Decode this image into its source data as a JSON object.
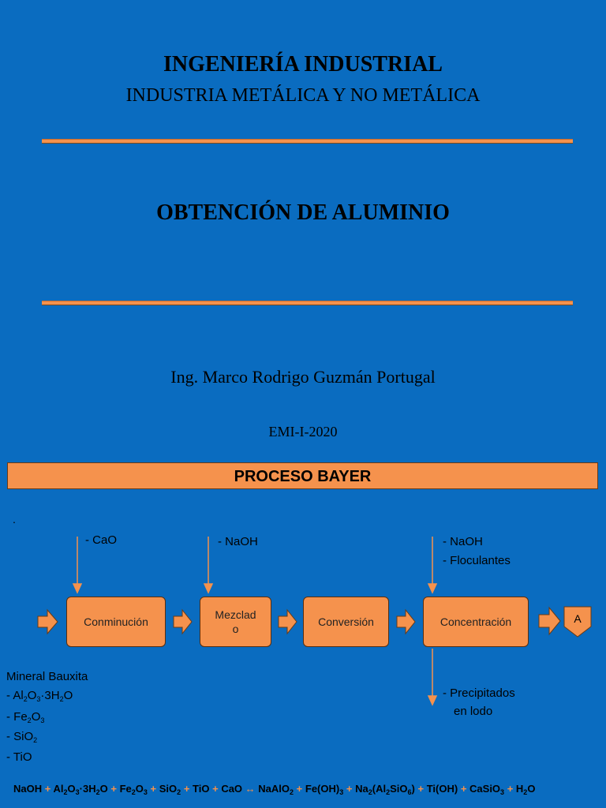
{
  "header": {
    "title": "INGENIERÍA INDUSTRIAL",
    "subtitle": "INDUSTRIA METÁLICA Y NO METÁLICA",
    "topic": "OBTENCIÓN DE ALUMINIO",
    "author": "Ing. Marco Rodrigo Guzmán Portugal",
    "term": "EMI-I-2020"
  },
  "banner": {
    "label": "PROCESO BAYER"
  },
  "stray_dot": ".",
  "process": {
    "steps": [
      "Conminución",
      "Mezclado",
      "Conversión",
      "Concentración"
    ],
    "mezclado_line1": "Mezclad",
    "mezclado_line2": "o",
    "connector_label": "A",
    "inputs": {
      "conminucion": "- CaO",
      "mezclado": "- NaOH",
      "concentracion_1": "- NaOH",
      "concentracion_2": "- Floculantes"
    },
    "output_1": "- Precipitados",
    "output_2": "en lodo"
  },
  "feed": {
    "title": "Mineral Bauxita",
    "items": [
      {
        "prefix": "- Al",
        "s1": "2",
        "mid": "O",
        "s2": "3",
        "tail": "·3H",
        "s3": "2",
        "end": "O"
      },
      {
        "prefix": "- Fe",
        "s1": "2",
        "mid": "O",
        "s2": "3"
      },
      {
        "prefix": "- SiO",
        "s1": "2"
      },
      {
        "prefix": "- TiO"
      }
    ]
  },
  "equation": {
    "naoh": "NaOH",
    "plus": "+",
    "arrow": "↔",
    "al": "Al",
    "o": "O",
    "h2o_a": "3H",
    "h": "H",
    "fe": "Fe",
    "si": "SiO",
    "tio": "TiO",
    "cao": "CaO",
    "naalo": "NaAlO",
    "feoh": "Fe(OH)",
    "na": "Na",
    "alsio": "(Al",
    "sio_b": "SiO",
    "close": ")",
    "tioh": "Ti(OH)",
    "casio": "CaSiO",
    "dot": "·",
    "n2": "2",
    "n3": "3",
    "n6": "6"
  },
  "colors": {
    "background": "#0a6cc0",
    "accent": "#f5924d"
  }
}
